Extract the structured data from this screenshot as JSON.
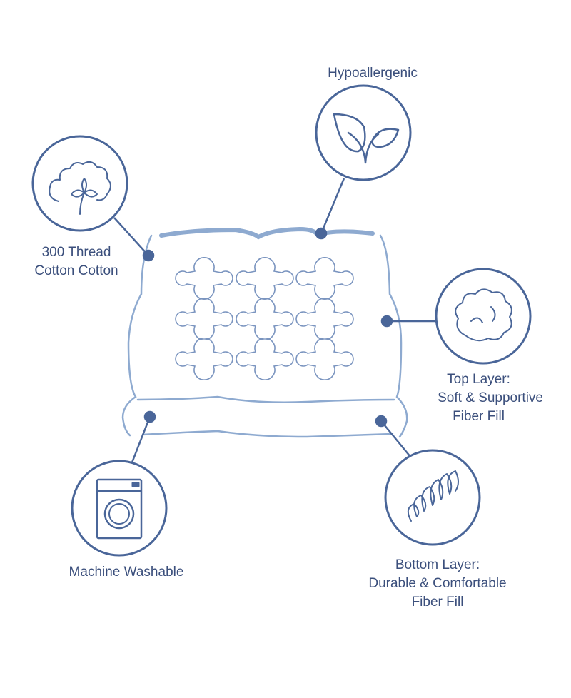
{
  "colors": {
    "dark": "#4a6699",
    "light": "#8eaad0",
    "text": "#3b4f7c"
  },
  "features": {
    "hypoallergenic": {
      "icon": "leaf-icon",
      "lines": [
        "Hypoallergenic"
      ]
    },
    "cotton": {
      "icon": "cotton-flower-icon",
      "lines": [
        "300 Thread",
        "Cotton Cotton"
      ]
    },
    "top_layer": {
      "icon": "fiber-fill-icon",
      "lines": [
        "Top Layer:",
        "Soft & Supportive",
        "Fiber Fill"
      ]
    },
    "washable": {
      "icon": "washing-machine-icon",
      "lines": [
        "Machine Washable"
      ]
    },
    "bottom_layer": {
      "icon": "spring-coil-icon",
      "lines": [
        "Bottom Layer:",
        "Durable & Comfortable",
        "Fiber Fill"
      ]
    }
  }
}
